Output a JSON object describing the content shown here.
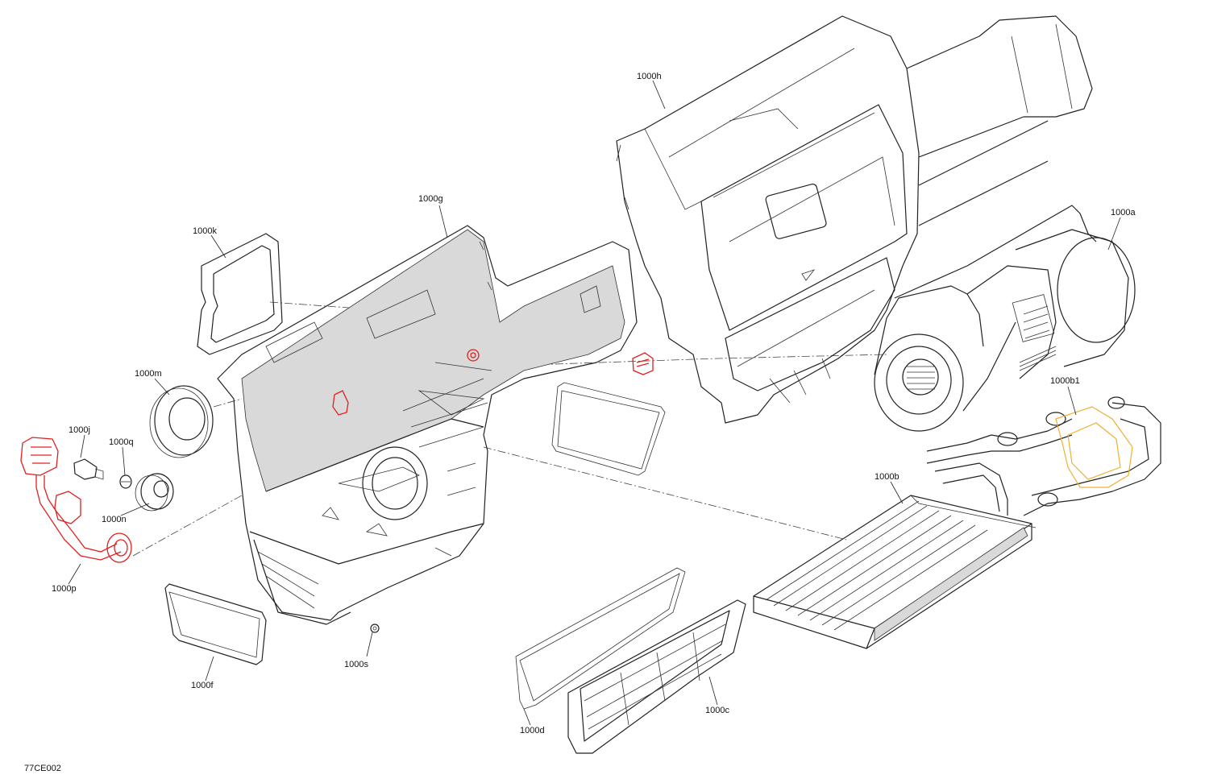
{
  "diagram_id": "77CE002",
  "colors": {
    "line": "#222222",
    "highlight_red": "#e02020",
    "highlight_orange": "#f0b030",
    "shade": "#d9d9d9"
  },
  "labels": {
    "p1000a": "1000a",
    "p1000b": "1000b",
    "p1000b1": "1000b1",
    "p1000c": "1000c",
    "p1000d": "1000d",
    "p1000f": "1000f",
    "p1000g": "1000g",
    "p1000h": "1000h",
    "p1000j": "1000j",
    "p1000k": "1000k",
    "p1000m": "1000m",
    "p1000n": "1000n",
    "p1000p": "1000p",
    "p1000q": "1000q",
    "p1000s": "1000s"
  }
}
